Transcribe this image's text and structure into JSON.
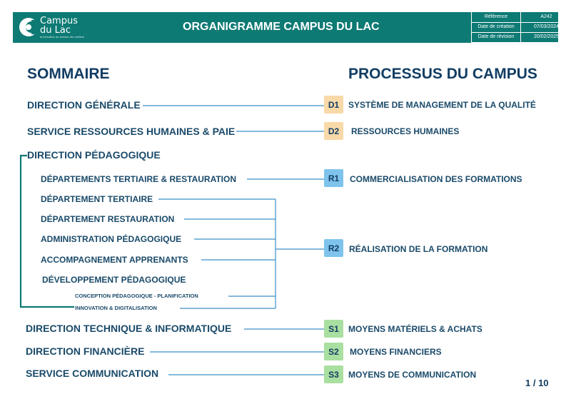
{
  "header": {
    "logo": {
      "line1": "Campus",
      "line2": "du Lac",
      "small": "la formation au service des métiers"
    },
    "title": "ORGANIGRAMME CAMPUS DU LAC",
    "meta": [
      {
        "key": "Référence",
        "value": "A242"
      },
      {
        "key": "Date de création",
        "value": "07/03/2024"
      },
      {
        "key": "Date de révision",
        "value": "20/02/2025"
      }
    ]
  },
  "summary": {
    "title": "SOMMAIRE",
    "items": [
      "DIRECTION GÉNÉRALE",
      "SERVICE RESSOURCES HUMAINES & PAIE",
      "DIRECTION PÉDAGOGIQUE",
      "DÉPARTEMENTS TERTIAIRE & RESTAURATION",
      "DÉPARTEMENT TERTIAIRE",
      "DÉPARTEMENT RESTAURATION",
      "ADMINISTRATION PÉDAGOGIQUE",
      "ACCOMPAGNEMENT APPRENANTS",
      "DÉVELOPPEMENT PÉDAGOGIQUE",
      "CONCEPTION PÉDAGOGIQUE - PLANIFICATION",
      "INNOVATION & DIGITALISATION",
      "DIRECTION TECHNIQUE & INFORMATIQUE",
      "DIRECTION FINANCIÈRE",
      "SERVICE COMMUNICATION"
    ]
  },
  "processes": {
    "title": "PROCESSUS DU CAMPUS",
    "items": [
      {
        "code": "D1",
        "label": "SYSTÈME DE MANAGEMENT DE LA QUALITÉ",
        "color": "#f8d9a8"
      },
      {
        "code": "D2",
        "label": "RESSOURCES HUMAINES",
        "color": "#f8d9a8"
      },
      {
        "code": "R1",
        "label": "COMMERCIALISATION DES FORMATIONS",
        "color": "#7ec3ec"
      },
      {
        "code": "R2",
        "label": "RÉALISATION DE LA FORMATION",
        "color": "#7ec3ec"
      },
      {
        "code": "S1",
        "label": "MOYENS MATÉRIELS & ACHATS",
        "color": "#a9dfa0"
      },
      {
        "code": "S2",
        "label": "MOYENS FINANCIERS",
        "color": "#a9dfa0"
      },
      {
        "code": "S3",
        "label": "MOYENS DE COMMUNICATION",
        "color": "#a9dfa0"
      }
    ]
  },
  "colors": {
    "brand": "#0e7a74",
    "line": "#3a8fc8",
    "bracket": "#0e7a74",
    "text": "#1a4a6a"
  },
  "page": "1 / 10"
}
